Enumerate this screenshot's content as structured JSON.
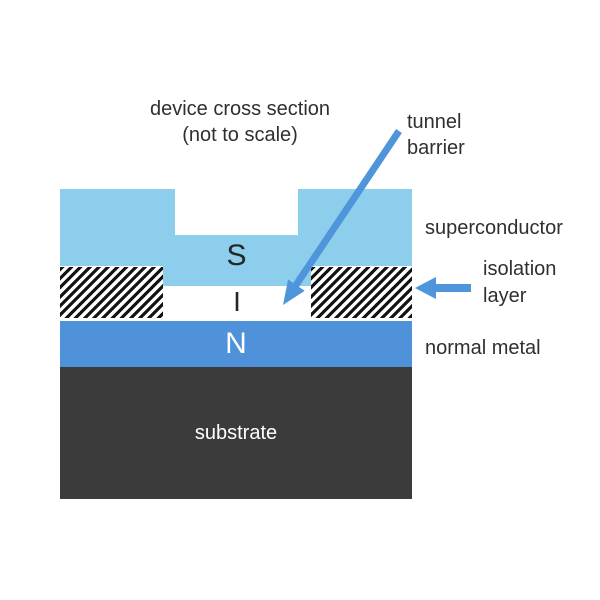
{
  "title": {
    "line1": "device cross section",
    "line2": "(not to scale)"
  },
  "layers": {
    "superconductor_letter": "S",
    "insulator_letter": "I",
    "normal_metal_letter": "N",
    "substrate_label": "substrate"
  },
  "callouts": {
    "tunnel_barrier": {
      "line1": "tunnel",
      "line2": "barrier"
    },
    "superconductor": "superconductor",
    "isolation_layer": {
      "line1": "isolation",
      "line2": "layer"
    },
    "normal_metal": "normal metal"
  },
  "colors": {
    "superconductor": "#8cceeb",
    "normal_metal": "#4f92d9",
    "substrate": "#3b3b3b",
    "arrow": "#4e95db",
    "hatch": "#141414",
    "text": "#2f2f2f",
    "background": "#ffffff"
  }
}
